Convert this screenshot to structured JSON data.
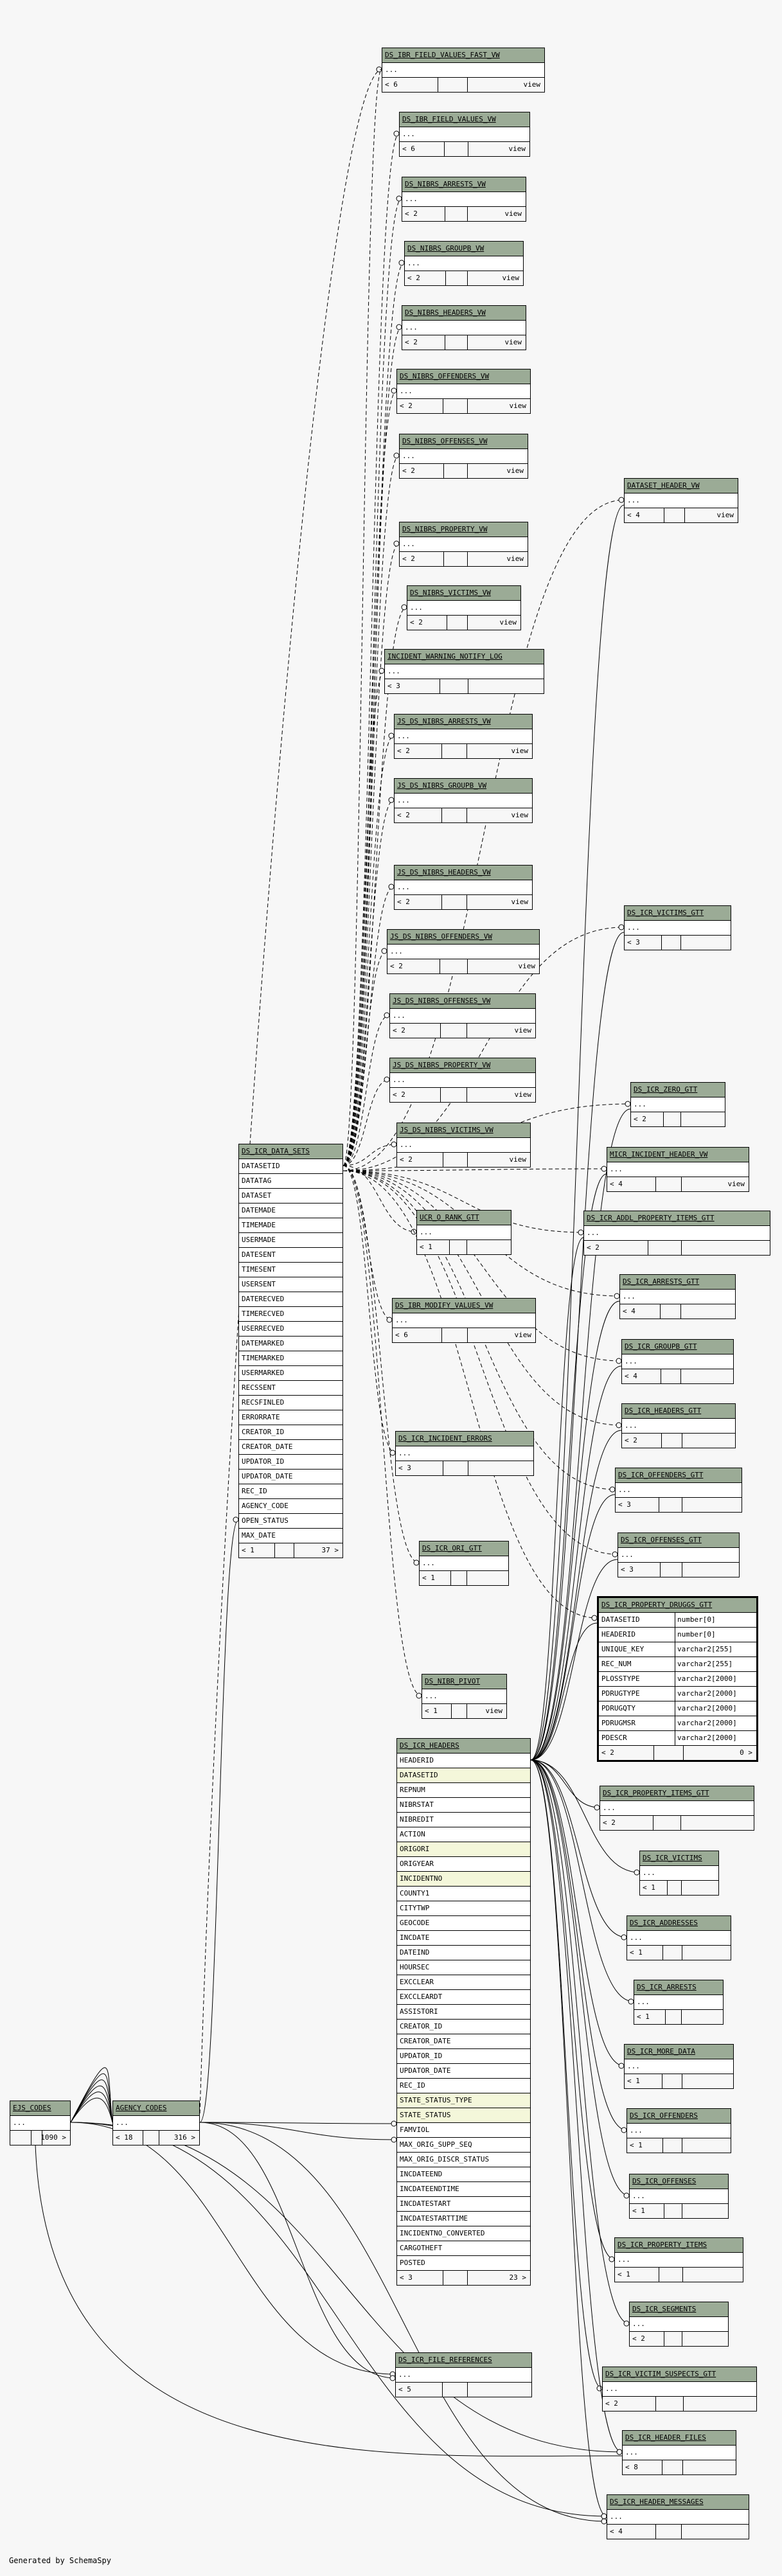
{
  "footer": {
    "generated_by": "Generated by SchemaSpy"
  },
  "tables": {
    "ds_ibr_field_values_fast_vw": {
      "name": "DS_IBR_FIELD_VALUES_FAST_VW",
      "rows": [
        "..."
      ],
      "footer": [
        "< 6",
        "",
        "view"
      ]
    },
    "ds_ibr_field_values_vw": {
      "name": "DS_IBR_FIELD_VALUES_VW",
      "rows": [
        "..."
      ],
      "footer": [
        "< 6",
        "",
        "view"
      ]
    },
    "ds_nibrs_arrests_vw": {
      "name": "DS_NIBRS_ARRESTS_VW",
      "rows": [
        "..."
      ],
      "footer": [
        "< 2",
        "",
        "view"
      ]
    },
    "ds_nibrs_groupb_vw": {
      "name": "DS_NIBRS_GROUPB_VW",
      "rows": [
        "..."
      ],
      "footer": [
        "< 2",
        "",
        "view"
      ]
    },
    "ds_nibrs_headers_vw": {
      "name": "DS_NIBRS_HEADERS_VW",
      "rows": [
        "..."
      ],
      "footer": [
        "< 2",
        "",
        "view"
      ]
    },
    "ds_nibrs_offenders_vw": {
      "name": "DS_NIBRS_OFFENDERS_VW",
      "rows": [
        "..."
      ],
      "footer": [
        "< 2",
        "",
        "view"
      ]
    },
    "ds_nibrs_offenses_vw": {
      "name": "DS_NIBRS_OFFENSES_VW",
      "rows": [
        "..."
      ],
      "footer": [
        "< 2",
        "",
        "view"
      ]
    },
    "dataset_header_vw": {
      "name": "DATASET_HEADER_VW",
      "rows": [
        "..."
      ],
      "footer": [
        "< 4",
        "",
        "view"
      ]
    },
    "ds_nibrs_property_vw": {
      "name": "DS_NIBRS_PROPERTY_VW",
      "rows": [
        "..."
      ],
      "footer": [
        "< 2",
        "",
        "view"
      ]
    },
    "ds_nibrs_victims_vw": {
      "name": "DS_NIBRS_VICTIMS_VW",
      "rows": [
        "..."
      ],
      "footer": [
        "< 2",
        "",
        "view"
      ]
    },
    "incident_warning_notify_log": {
      "name": "INCIDENT_WARNING_NOTIFY_LOG",
      "rows": [
        "..."
      ],
      "footer": [
        "< 3",
        "",
        ""
      ]
    },
    "js_ds_nibrs_arrests_vw": {
      "name": "JS_DS_NIBRS_ARRESTS_VW",
      "rows": [
        "..."
      ],
      "footer": [
        "< 2",
        "",
        "view"
      ]
    },
    "js_ds_nibrs_groupb_vw": {
      "name": "JS_DS_NIBRS_GROUPB_VW",
      "rows": [
        "..."
      ],
      "footer": [
        "< 2",
        "",
        "view"
      ]
    },
    "js_ds_nibrs_headers_vw": {
      "name": "JS_DS_NIBRS_HEADERS_VW",
      "rows": [
        "..."
      ],
      "footer": [
        "< 2",
        "",
        "view"
      ]
    },
    "js_ds_nibrs_offenders_vw": {
      "name": "JS_DS_NIBRS_OFFENDERS_VW",
      "rows": [
        "..."
      ],
      "footer": [
        "< 2",
        "",
        "view"
      ]
    },
    "js_ds_nibrs_offenses_vw": {
      "name": "JS_DS_NIBRS_OFFENSES_VW",
      "rows": [
        "..."
      ],
      "footer": [
        "< 2",
        "",
        "view"
      ]
    },
    "js_ds_nibrs_property_vw": {
      "name": "JS_DS_NIBRS_PROPERTY_VW",
      "rows": [
        "..."
      ],
      "footer": [
        "< 2",
        "",
        "view"
      ]
    },
    "js_ds_nibrs_victims_vw": {
      "name": "JS_DS_NIBRS_VICTIMS_VW",
      "rows": [
        "..."
      ],
      "footer": [
        "< 2",
        "",
        "view"
      ]
    },
    "ucr_o_rank_gtt": {
      "name": "UCR_O_RANK_GTT",
      "rows": [
        "..."
      ],
      "footer": [
        "< 1",
        "",
        ""
      ]
    },
    "ds_ibr_modify_values_vw": {
      "name": "DS_IBR_MODIFY_VALUES_VW",
      "rows": [
        "..."
      ],
      "footer": [
        "< 6",
        "",
        "view"
      ]
    },
    "ds_icr_incident_errors": {
      "name": "DS_ICR_INCIDENT_ERRORS",
      "rows": [
        "..."
      ],
      "footer": [
        "< 3",
        "",
        ""
      ]
    },
    "ds_icr_ori_gtt": {
      "name": "DS_ICR_ORI_GTT",
      "rows": [
        "..."
      ],
      "footer": [
        "< 1",
        "",
        ""
      ]
    },
    "ds_nibr_pivot": {
      "name": "DS_NIBR_PIVOT",
      "rows": [
        "..."
      ],
      "footer": [
        "< 1",
        "",
        "view"
      ]
    },
    "ds_icr_data_sets": {
      "name": "DS_ICR_DATA_SETS",
      "rows": [
        "DATASETID",
        "DATATAG",
        "DATASET",
        "DATEMADE",
        "TIMEMADE",
        "USERMADE",
        "DATESENT",
        "TIMESENT",
        "USERSENT",
        "DATERECVED",
        "TIMERECVED",
        "USERRECVED",
        "DATEMARKED",
        "TIMEMARKED",
        "USERMARKED",
        "RECSSENT",
        "RECSFINLED",
        "ERRORRATE",
        "CREATOR_ID",
        "CREATOR_DATE",
        "UPDATOR_ID",
        "UPDATOR_DATE",
        "REC_ID",
        "AGENCY_CODE",
        "OPEN_STATUS",
        "MAX_DATE"
      ],
      "footer": [
        "< 1",
        "",
        "37 >"
      ]
    },
    "ds_icr_headers": {
      "name": "DS_ICR_HEADERS",
      "rows": [
        "HEADERID",
        "DATASETID",
        "REPNUM",
        "NIBRSTAT",
        "NIBREDIT",
        "ACTION",
        "ORIGORI",
        "ORIGYEAR",
        "INCIDENTNO",
        "COUNTY1",
        "CITYTWP",
        "GEOCODE",
        "INCDATE",
        "DATEIND",
        "HOURSEC",
        "EXCCLEAR",
        "EXCCLEARDT",
        "ASSISTORI",
        "CREATOR_ID",
        "CREATOR_DATE",
        "UPDATOR_ID",
        "UPDATOR_DATE",
        "REC_ID",
        "STATE_STATUS_TYPE",
        "STATE_STATUS",
        "FAMVIOL",
        "MAX_ORIG_SUPP_SEQ",
        "MAX_ORIG_DISCR_STATUS",
        "INCDATEEND",
        "INCDATEENDTIME",
        "INCDATESTART",
        "INCDATESTARTTIME",
        "INCIDENTNO_CONVERTED",
        "CARGOTHEFT",
        "POSTED"
      ],
      "footer": [
        "< 3",
        "",
        "23 >"
      ]
    },
    "ejs_codes": {
      "name": "EJS_CODES",
      "rows": [
        "..."
      ],
      "footer": [
        "",
        "",
        "1090 >"
      ]
    },
    "agency_codes": {
      "name": "AGENCY_CODES",
      "rows": [
        "..."
      ],
      "footer": [
        "< 18",
        "",
        "316 >"
      ]
    },
    "ds_icr_file_references": {
      "name": "DS_ICR_FILE_REFERENCES",
      "rows": [
        "..."
      ],
      "footer": [
        "< 5",
        "",
        ""
      ]
    },
    "ds_icr_victims_gtt": {
      "name": "DS_ICR_VICTIMS_GTT",
      "rows": [
        "..."
      ],
      "footer": [
        "< 3",
        "",
        ""
      ]
    },
    "ds_icr_zero_gtt": {
      "name": "DS_ICR_ZERO_GTT",
      "rows": [
        "..."
      ],
      "footer": [
        "< 2",
        "",
        ""
      ]
    },
    "micr_incident_header_vw": {
      "name": "MICR_INCIDENT_HEADER_VW",
      "rows": [
        "..."
      ],
      "footer": [
        "< 4",
        "",
        "view"
      ]
    },
    "ds_icr_addl_property_items_gtt": {
      "name": "DS_ICR_ADDL_PROPERTY_ITEMS_GTT",
      "rows": [
        "..."
      ],
      "footer": [
        "< 2",
        "",
        ""
      ]
    },
    "ds_icr_arrests_gtt": {
      "name": "DS_ICR_ARRESTS_GTT",
      "rows": [
        "..."
      ],
      "footer": [
        "< 4",
        "",
        ""
      ]
    },
    "ds_icr_groupb_gtt": {
      "name": "DS_ICR_GROUPB_GTT",
      "rows": [
        "..."
      ],
      "footer": [
        "< 4",
        "",
        ""
      ]
    },
    "ds_icr_headers_gtt": {
      "name": "DS_ICR_HEADERS_GTT",
      "rows": [
        "..."
      ],
      "footer": [
        "< 2",
        "",
        ""
      ]
    },
    "ds_icr_offenders_gtt": {
      "name": "DS_ICR_OFFENDERS_GTT",
      "rows": [
        "..."
      ],
      "footer": [
        "< 3",
        "",
        ""
      ]
    },
    "ds_icr_offenses_gtt": {
      "name": "DS_ICR_OFFENSES_GTT",
      "rows": [
        "..."
      ],
      "footer": [
        "< 3",
        "",
        ""
      ]
    },
    "ds_icr_property_druggs_gtt": {
      "name": "DS_ICR_PROPERTY_DRUGGS_GTT",
      "rows": [
        "DATASETID",
        "HEADERID",
        "UNIQUE_KEY",
        "REC_NUM",
        "PLOSSTYPE",
        "PDRUGTYPE",
        "PDRUGQTY",
        "PDRUGMSR",
        "PDESCR"
      ],
      "types": [
        "number[0]",
        "number[0]",
        "varchar2[255]",
        "varchar2[255]",
        "varchar2[2000]",
        "varchar2[2000]",
        "varchar2[2000]",
        "varchar2[2000]",
        "varchar2[2000]"
      ],
      "footer": [
        "< 2",
        "",
        "0 >"
      ]
    },
    "ds_icr_property_items_gtt": {
      "name": "DS_ICR_PROPERTY_ITEMS_GTT",
      "rows": [
        "..."
      ],
      "footer": [
        "< 2",
        "",
        ""
      ]
    },
    "ds_icr_victims": {
      "name": "DS_ICR_VICTIMS",
      "rows": [
        "..."
      ],
      "footer": [
        "< 1",
        "",
        ""
      ]
    },
    "ds_icr_addresses": {
      "name": "DS_ICR_ADDRESSES",
      "rows": [
        "..."
      ],
      "footer": [
        "< 1",
        "",
        ""
      ]
    },
    "ds_icr_arrests": {
      "name": "DS_ICR_ARRESTS",
      "rows": [
        "..."
      ],
      "footer": [
        "< 1",
        "",
        ""
      ]
    },
    "ds_icr_more_data": {
      "name": "DS_ICR_MORE_DATA",
      "rows": [
        "..."
      ],
      "footer": [
        "< 1",
        "",
        ""
      ]
    },
    "ds_icr_offenders": {
      "name": "DS_ICR_OFFENDERS",
      "rows": [
        "..."
      ],
      "footer": [
        "< 1",
        "",
        ""
      ]
    },
    "ds_icr_offenses": {
      "name": "DS_ICR_OFFENSES",
      "rows": [
        "..."
      ],
      "footer": [
        "< 1",
        "",
        ""
      ]
    },
    "ds_icr_property_items": {
      "name": "DS_ICR_PROPERTY_ITEMS",
      "rows": [
        "..."
      ],
      "footer": [
        "< 1",
        "",
        ""
      ]
    },
    "ds_icr_segments": {
      "name": "DS_ICR_SEGMENTS",
      "rows": [
        "..."
      ],
      "footer": [
        "< 2",
        "",
        ""
      ]
    },
    "ds_icr_victim_suspects_gtt": {
      "name": "DS_ICR_VICTIM_SUSPECTS_GTT",
      "rows": [
        "..."
      ],
      "footer": [
        "< 2",
        "",
        ""
      ]
    },
    "ds_icr_header_files": {
      "name": "DS_ICR_HEADER_FILES",
      "rows": [
        "..."
      ],
      "footer": [
        "< 8",
        "",
        ""
      ]
    },
    "ds_icr_header_messages": {
      "name": "DS_ICR_HEADER_MESSAGES",
      "rows": [
        "..."
      ],
      "footer": [
        "< 4",
        "",
        ""
      ]
    }
  }
}
